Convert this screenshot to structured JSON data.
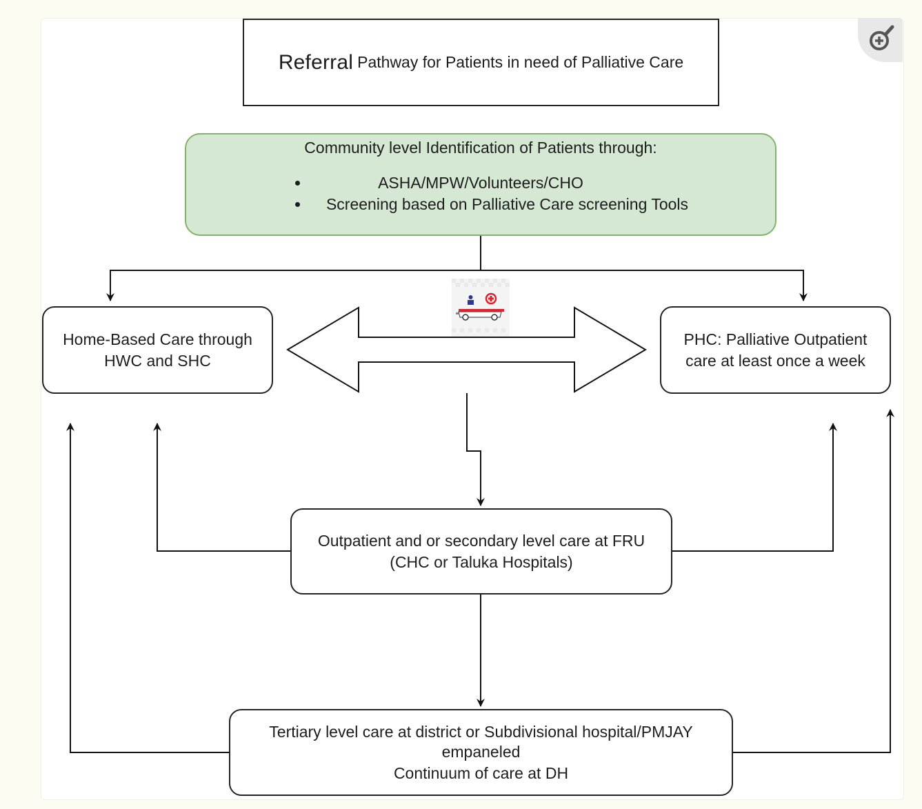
{
  "title": {
    "main": "Referral",
    "rest": "Pathway for Patients in need of Palliative Care"
  },
  "community": {
    "heading": "Community level Identification of Patients through:",
    "bullets": [
      "ASHA/MPW/Volunteers/CHO",
      "Screening based on Palliative Care screening Tools"
    ]
  },
  "home_care": {
    "line1": "Home-Based Care through",
    "line2": "HWC and SHC"
  },
  "phc": {
    "line1": "PHC: Palliative Outpatient",
    "line2": "care at least once a week"
  },
  "fru": {
    "line1": "Outpatient and or secondary level care at FRU",
    "line2": "(CHC or Taluka Hospitals)"
  },
  "tertiary": {
    "line1": "Tertiary level care at district or Subdivisional hospital/PMJAY",
    "line2": "empaneled",
    "line3": "Continuum of care at DH"
  },
  "icons": {
    "zoom": "zoom-in-icon",
    "transport": "ambulance-icon"
  },
  "colors": {
    "community_fill": "#d5e8d4",
    "community_border": "#82b366",
    "ambulance_red": "#e0202b"
  }
}
